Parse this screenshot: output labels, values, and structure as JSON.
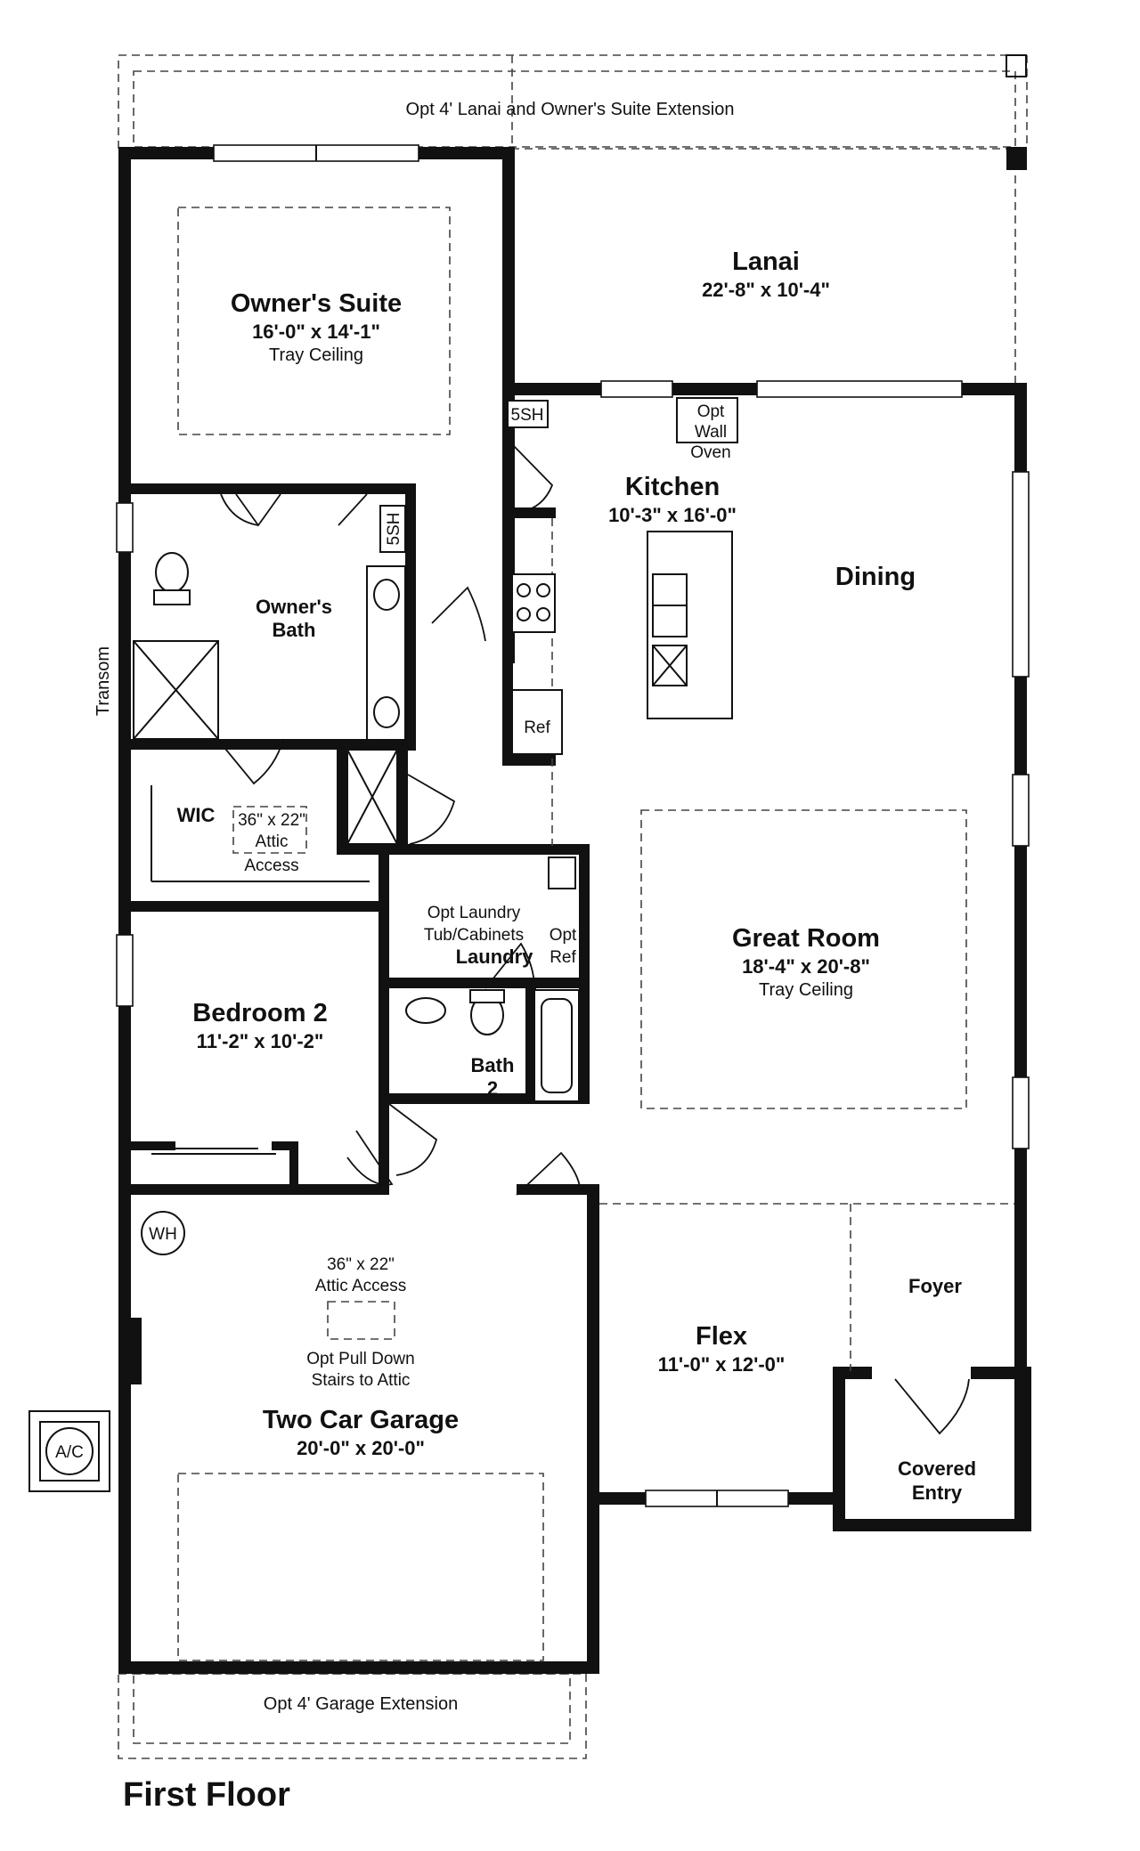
{
  "floor_label": "First Floor",
  "rooms": {
    "owners_suite": {
      "name": "Owner's Suite",
      "dims": "16'-0\" x 14'-1\"",
      "note": "Tray Ceiling"
    },
    "lanai": {
      "name": "Lanai",
      "dims": "22'-8\" x 10'-4\""
    },
    "kitchen": {
      "name": "Kitchen",
      "dims": "10'-3\" x 16'-0\""
    },
    "dining": {
      "name": "Dining"
    },
    "owners_bath": {
      "line1": "Owner's",
      "line2": "Bath"
    },
    "wic": {
      "name": "WIC"
    },
    "great_room": {
      "name": "Great Room",
      "dims": "18'-4\" x 20'-8\"",
      "note": "Tray Ceiling"
    },
    "laundry": {
      "name": "Laundry"
    },
    "bedroom2": {
      "name": "Bedroom 2",
      "dims": "11'-2\" x 10'-2\""
    },
    "bath2": {
      "line1": "Bath",
      "line2": "2"
    },
    "flex": {
      "name": "Flex",
      "dims": "11'-0\" x 12'-0\""
    },
    "foyer": {
      "name": "Foyer"
    },
    "covered_entry": {
      "line1": "Covered",
      "line2": "Entry"
    },
    "garage": {
      "name": "Two Car Garage",
      "dims": "20'-0\" x 20'-0\""
    }
  },
  "labels": {
    "lanai_extension": "Opt 4' Lanai and Owner's Suite Extension",
    "garage_extension": "Opt 4' Garage Extension",
    "transom": "Transom",
    "shelf_5sh_kitchen": "5SH",
    "shelf_5sh_bath": "5SH",
    "opt_wall_oven": [
      "Opt",
      "Wall",
      "Oven"
    ],
    "ref": "Ref",
    "wic_attic": [
      "36\" x 22\"",
      "Attic",
      "Access"
    ],
    "laundry_opt": [
      "Opt Laundry",
      "Tub/Cabinets"
    ],
    "opt_ref": [
      "Opt",
      "Ref"
    ],
    "wh": "WH",
    "garage_attic": [
      "36\" x 22\"",
      "Attic Access"
    ],
    "pull_down": [
      "Opt Pull Down",
      "Stairs to Attic"
    ],
    "ac": "A/C"
  }
}
